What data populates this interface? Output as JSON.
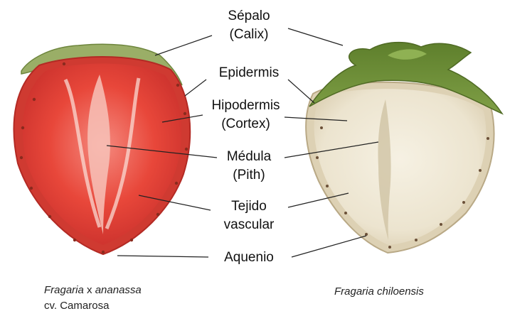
{
  "labels": {
    "sepal": {
      "name": "Sépalo",
      "alt": "(Calix)"
    },
    "epidermis": {
      "name": "Epidermis"
    },
    "hypodermis": {
      "name": "Hipodermis",
      "alt": "(Cortex)"
    },
    "medulla": {
      "name": "Médula",
      "alt": "(Pith)"
    },
    "vascular": {
      "line1": "Tejido",
      "line2": "vascular"
    },
    "achene": {
      "name": "Aquenio"
    }
  },
  "captions": {
    "left": {
      "genus": "Fragaria",
      "cross": "x",
      "species": "ananassa",
      "cultivar": "cv. Camarosa"
    },
    "right": {
      "name": "Fragaria chiloensis"
    }
  },
  "colors": {
    "red_flesh": "#e2453a",
    "red_skin": "#c9302c",
    "white_flesh": "#efe9d8",
    "white_skin": "#e0d6bd",
    "sepal_green": "#6f8f3c"
  }
}
